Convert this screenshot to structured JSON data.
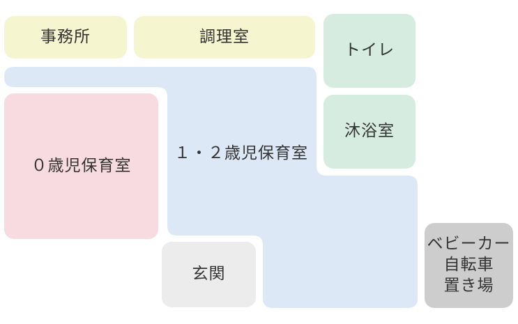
{
  "rooms": {
    "office": "事務所",
    "kitchen": "調理室",
    "toilet": "トイレ",
    "bath": "沐浴室",
    "room0": "０歳児保育室",
    "room12": "１・２歳児保育室",
    "entrance": "玄関",
    "stroller_line1": "ベビーカー",
    "stroller_line2": "自転車",
    "stroller_line3": "置き場"
  },
  "colors": {
    "office_kitchen": "#f5f6cf",
    "toilet_bath": "#d6ece1",
    "room0": "#f8dbe0",
    "room12": "#dce8f6",
    "entrance": "#ececec",
    "stroller": "#cdcdcd"
  }
}
